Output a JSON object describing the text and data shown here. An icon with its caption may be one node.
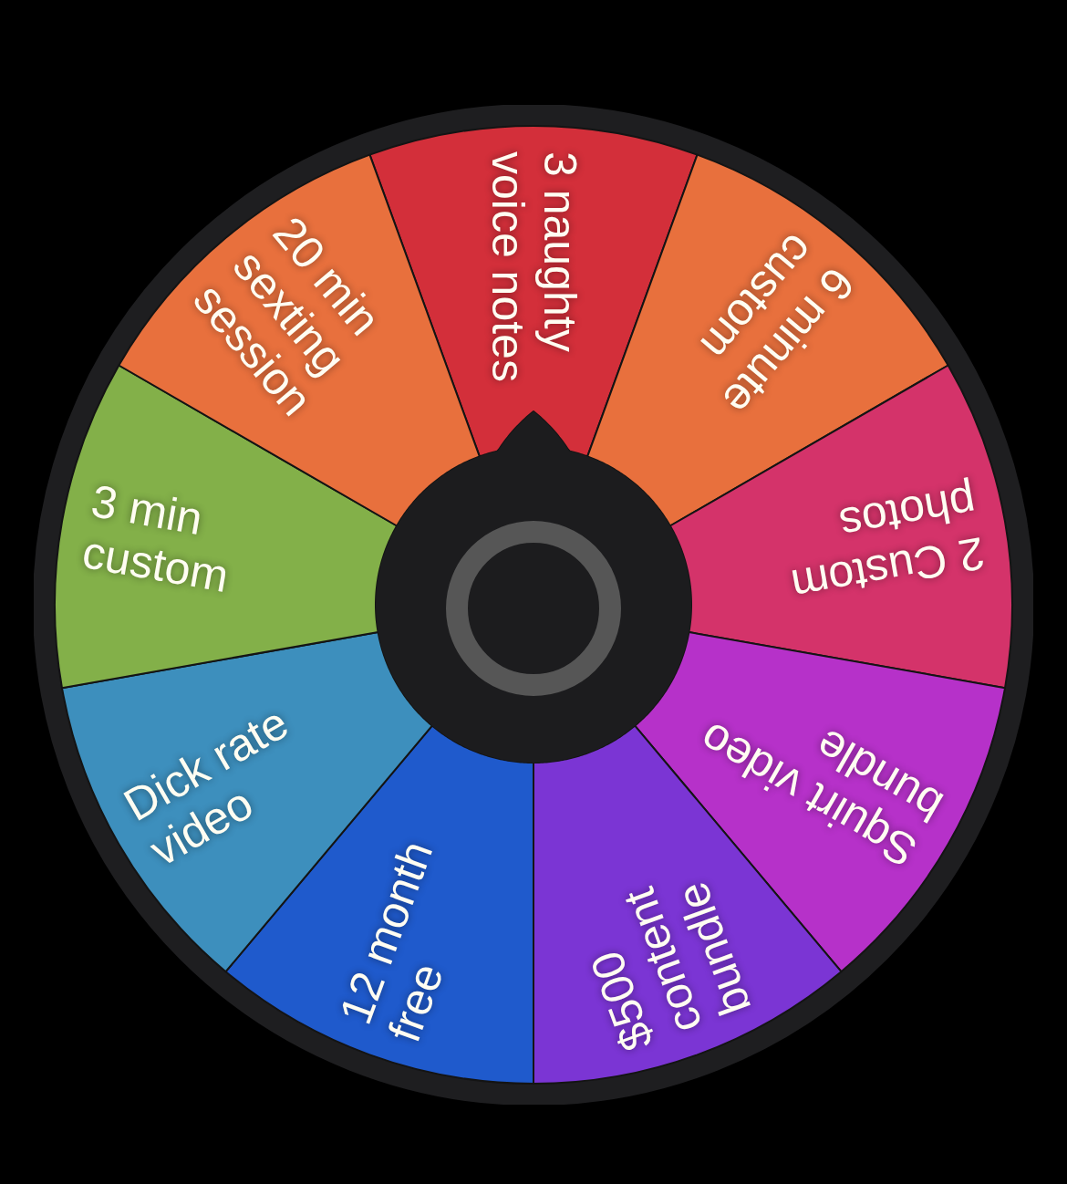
{
  "diagram": {
    "nodes": [
      {
        "text": [
          "3 naughty voice notes"
        ]
      },
      {
        "text": [
          "6 minute custom"
        ]
      },
      {
        "text": [
          "2 Custom photos"
        ]
      },
      {
        "text": [
          "Squirt video bundle"
        ]
      },
      {
        "text": [
          "$500 content bundle"
        ]
      },
      {
        "text": [
          "12 month free"
        ]
      },
      {
        "text": [
          "Dick rate video"
        ]
      },
      {
        "text": [
          "3 min custom"
        ]
      },
      {
        "text": [
          "20 min sexting session"
        ]
      }
    ]
  }
}
